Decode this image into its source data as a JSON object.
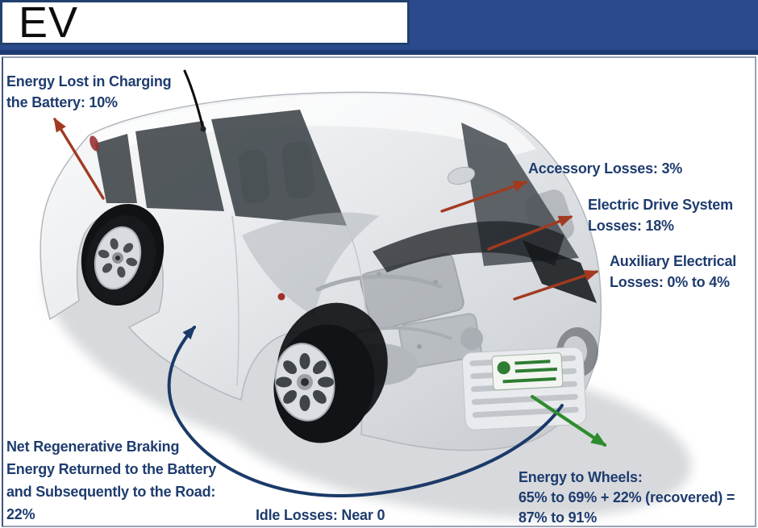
{
  "slide": {
    "title": "EV"
  },
  "annotations": {
    "charging": {
      "line1": "Energy Lost in Charging",
      "line2": "the Battery: 10%"
    },
    "accessory": {
      "line1": "Accessory Losses: 3%"
    },
    "electric_drive": {
      "line1": "Electric Drive System",
      "line2": "Losses: 18%"
    },
    "auxiliary": {
      "line1": "Auxiliary Electrical",
      "line2": "Losses: 0% to 4%"
    },
    "regen": {
      "line1": "Net Regenerative Braking",
      "line2": "Energy Returned to the Battery",
      "line3": "and Subsequently to the Road:",
      "line4": "22%"
    },
    "idle": {
      "line1": "Idle Losses: Near 0"
    },
    "wheels": {
      "line1": "Energy to Wheels:",
      "line2": "65% to 69% + 22% (recovered) =",
      "line3": "87% to 91%"
    }
  },
  "colors": {
    "header_blue": "#2b4a8c",
    "header_edge": "#1d3a72",
    "label_navy": "#1e3c6e",
    "arrow_red": "#a23a20",
    "arrow_green": "#2e8b2e",
    "arc_navy": "#1b3a68",
    "title_text": "#0d0d0d"
  }
}
